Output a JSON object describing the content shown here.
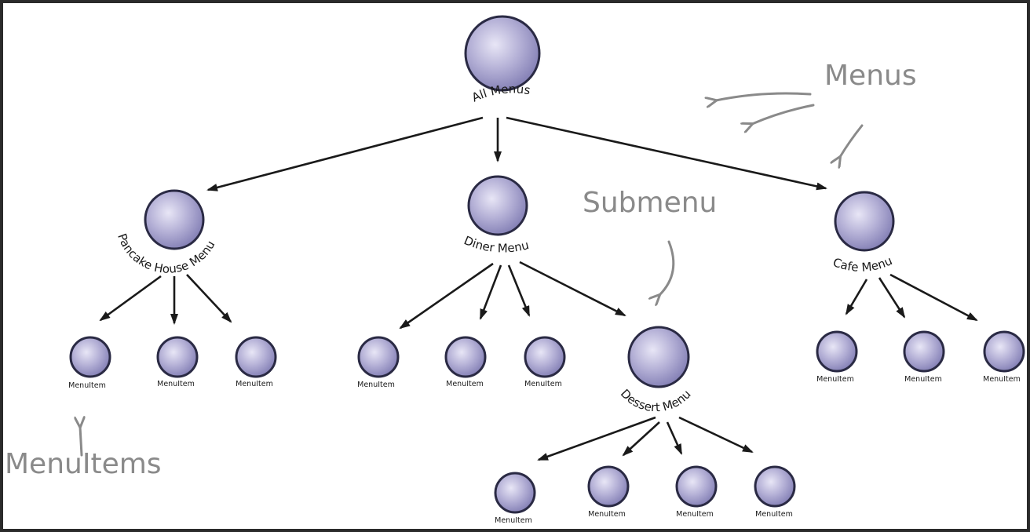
{
  "nodes": {
    "all_menus": "All Menus",
    "pancake_house_menu": "Pancake House Menu",
    "diner_menu": "Diner Menu",
    "cafe_menu": "Cafe Menu",
    "dessert_menu": "Dessert Menu",
    "menu_item": "MenuItem"
  },
  "annotations": {
    "menus": "Menus",
    "submenu": "Submenu",
    "menu_items": "MenuItems"
  },
  "colors": {
    "node_fill": "#aeaad0",
    "node_stroke": "#2a2a44",
    "arrow": "#1a1a1a",
    "annotation": "#8a8a8a"
  }
}
